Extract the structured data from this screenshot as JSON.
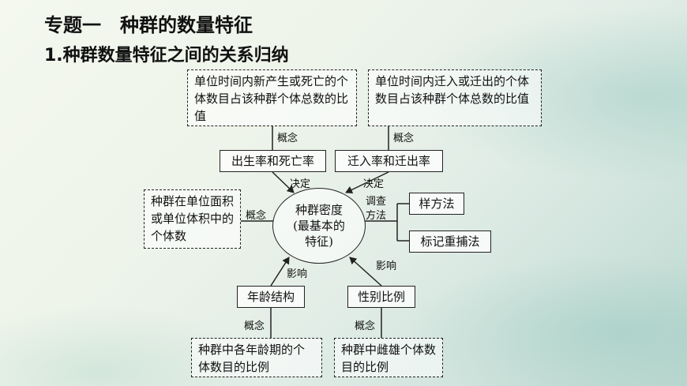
{
  "title": "专题一　种群的数量特征",
  "section_heading": "1.种群数量特征之间的关系归纳",
  "nodes": {
    "birth_death_def": "单位时间内新产生或死亡的个体数目占该种群个体总数的比值",
    "migration_def": "单位时间内迁入或迁出的个体数目占该种群个体总数的比值",
    "birth_death_rate": "出生率和死亡率",
    "migration_rate": "迁入率和迁出率",
    "density_def": "种群在单位面积或单位体积中的个体数",
    "density_lines": [
      "种群密度",
      "(最基本的",
      "特征)"
    ],
    "quadrat_method": "样方法",
    "mark_recapture": "标记重捕法",
    "age_structure": "年龄结构",
    "sex_ratio": "性别比例",
    "age_def": "种群中各年龄期的个体数目的比例",
    "sex_def": "种群中雌雄个体数目的比例"
  },
  "edge_labels": {
    "concept_1": "概念",
    "concept_2": "概念",
    "concept_3": "概念",
    "concept_4": "概念",
    "concept_5": "概念",
    "determine_1": "决定",
    "determine_2": "决定",
    "survey_method": [
      "调查",
      "方法"
    ],
    "influence_1": "影响",
    "influence_2": "影响"
  }
}
